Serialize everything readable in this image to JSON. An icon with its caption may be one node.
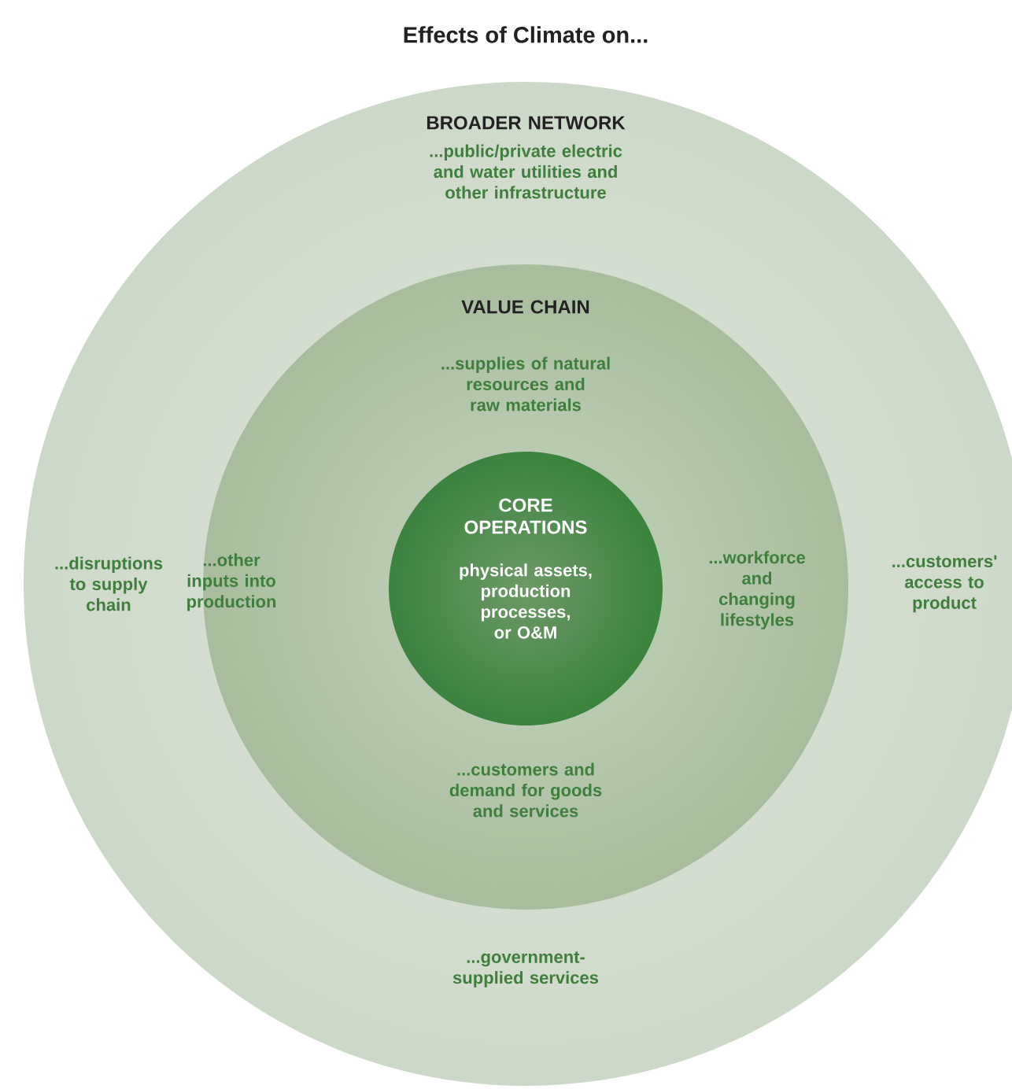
{
  "diagram": {
    "title": "Effects of Climate on...",
    "nodes": [
      {
        "text": [
          "BROADER NETWORK",
          "...public/private electric and water utilities and other infrastructure",
          "...disruptions to supply chain",
          "...customers' access to product",
          "...government-supplied services"
        ]
      },
      {
        "text": [
          "VALUE CHAIN",
          "...supplies of natural resources and raw materials",
          "...other inputs into production",
          "...workforce and changing lifestyles",
          "...customers and demand for goods and services"
        ],
        "in": 0
      },
      {
        "text": [
          "CORE OPERATIONS",
          "physical assets, production processes, or O&M"
        ],
        "in": 1
      }
    ]
  }
}
